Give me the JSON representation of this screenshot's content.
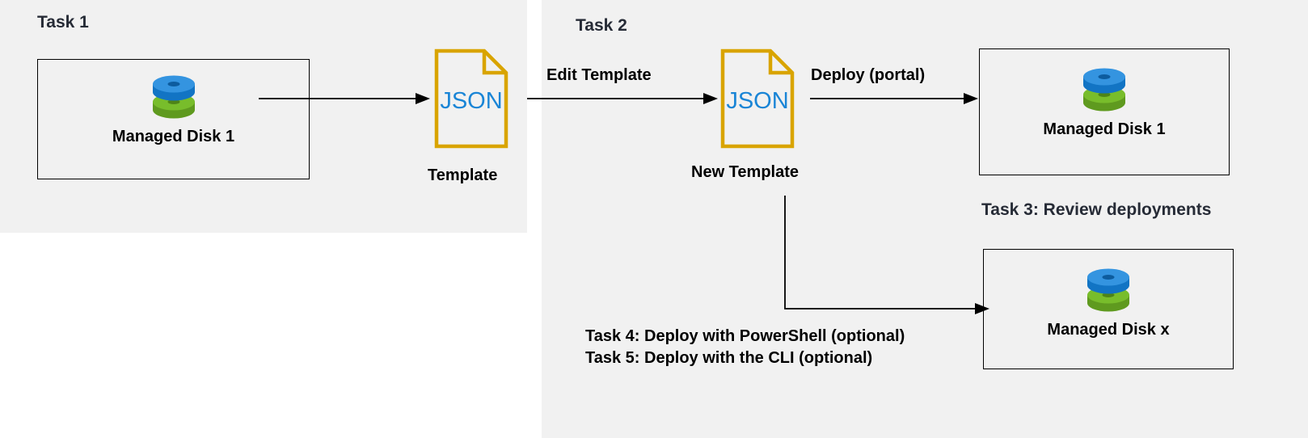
{
  "diagram": {
    "title_hidden": "",
    "panels": [
      {
        "name": "Task 1",
        "label": "Task 1"
      },
      {
        "name": "Task 2",
        "label": "Task 2"
      }
    ],
    "labels": {
      "task1": "Task 1",
      "task2": "Task 2",
      "task3": "Task 3: Review deployments"
    },
    "boxes": {
      "managed_disk_1_left": "Managed Disk 1",
      "managed_disk_1_right": "Managed Disk 1",
      "managed_disk_x": "Managed Disk x"
    },
    "templates": {
      "json_label_1": "JSON",
      "json_label_2": "JSON",
      "caption_1": "Template",
      "caption_2": "New Template"
    },
    "edges": {
      "edit_template": "Edit Template",
      "deploy_portal": "Deploy (portal)"
    },
    "notes": {
      "task4": "Task 4: Deploy with PowerShell (optional)",
      "task5": "Task 5: Deploy with the CLI (optional)"
    },
    "icons": {
      "disk": "managed-disk-icon",
      "json_document": "json-document-icon",
      "arrow": "arrow-right-icon"
    },
    "colors": {
      "panel_background": "#f1f1f1",
      "page_background": "#ffffff",
      "box_border": "#000000",
      "heading_text": "#262b36",
      "body_text": "#000000",
      "json_outline": "#d9a400",
      "json_text": "#1a85d6",
      "disk_blue": "#2f8fdd",
      "disk_blue_dark": "#1070c0",
      "disk_green": "#76bb2a",
      "disk_green_dark": "#5a9520",
      "connector": "#000000"
    }
  }
}
